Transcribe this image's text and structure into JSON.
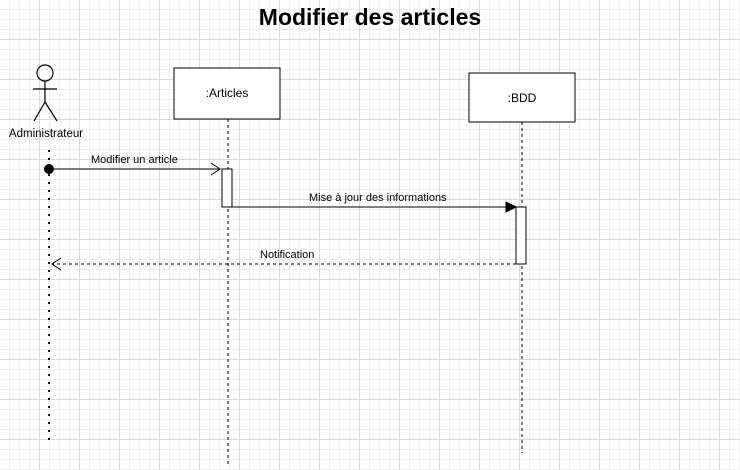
{
  "title": "Modifier des articles",
  "actor": {
    "name": "Administrateur"
  },
  "participants": [
    {
      "label": ":Articles"
    },
    {
      "label": ":BDD"
    }
  ],
  "messages": [
    {
      "label": "Modifier un article",
      "from": "Administrateur",
      "to": ":Articles",
      "style": "solid"
    },
    {
      "label": "Mise à jour des informations",
      "from": ":Articles",
      "to": ":BDD",
      "style": "solid"
    },
    {
      "label": "Notification",
      "from": ":BDD",
      "to": "Administrateur",
      "style": "dashed"
    }
  ]
}
